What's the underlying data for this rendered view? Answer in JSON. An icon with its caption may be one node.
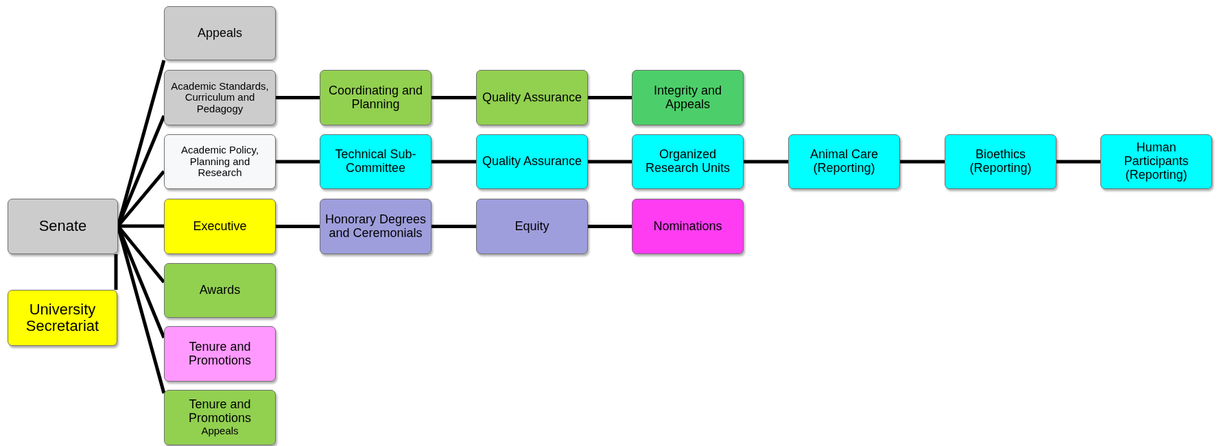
{
  "diagram": {
    "nodes": [
      {
        "text": [
          "Senate"
        ]
      },
      {
        "text": [
          "University Secretariat"
        ]
      },
      {
        "text": [
          "Appeals"
        ]
      },
      {
        "text": [
          "Academic Standards, Curriculum and Pedagogy"
        ]
      },
      {
        "text": [
          "Academic Policy, Planning and Research"
        ]
      },
      {
        "text": [
          "Executive"
        ]
      },
      {
        "text": [
          "Awards"
        ]
      },
      {
        "text": [
          "Tenure and Promotions"
        ]
      },
      {
        "text": [
          "Tenure and Promotions",
          "Appeals"
        ]
      },
      {
        "text": [
          "Coordinating and Planning"
        ]
      },
      {
        "text": [
          "Quality Assurance"
        ]
      },
      {
        "text": [
          "Integrity and Appeals"
        ]
      },
      {
        "text": [
          "Technical Sub-Committee"
        ]
      },
      {
        "text": [
          "Quality Assurance"
        ]
      },
      {
        "text": [
          "Organized Research Units"
        ]
      },
      {
        "text": [
          "Animal Care (Reporting)"
        ]
      },
      {
        "text": [
          "Bioethics (Reporting)"
        ]
      },
      {
        "text": [
          "Human Participants (Reporting)"
        ]
      },
      {
        "text": [
          "Honorary Degrees and Ceremonials"
        ]
      },
      {
        "text": [
          "Equity"
        ]
      },
      {
        "text": [
          "Nominations"
        ]
      }
    ],
    "edges": [
      {
        "from": 0,
        "to": 2,
        "arrow": "none"
      },
      {
        "from": 0,
        "to": 3,
        "arrow": "none"
      },
      {
        "from": 0,
        "to": 4,
        "arrow": "none"
      },
      {
        "from": 0,
        "to": 5,
        "arrow": "none"
      },
      {
        "from": 0,
        "to": 6,
        "arrow": "none"
      },
      {
        "from": 0,
        "to": 7,
        "arrow": "none"
      },
      {
        "from": 0,
        "to": 8,
        "arrow": "none"
      },
      {
        "from": 0,
        "to": 1,
        "arrow": "none"
      },
      {
        "from": 3,
        "to": 9,
        "arrow": "none"
      },
      {
        "from": 9,
        "to": 10,
        "arrow": "none"
      },
      {
        "from": 10,
        "to": 11,
        "arrow": "none"
      },
      {
        "from": 4,
        "to": 12,
        "arrow": "none"
      },
      {
        "from": 12,
        "to": 13,
        "arrow": "none"
      },
      {
        "from": 13,
        "to": 14,
        "arrow": "none"
      },
      {
        "from": 14,
        "to": 15,
        "arrow": "none"
      },
      {
        "from": 15,
        "to": 16,
        "arrow": "none"
      },
      {
        "from": 16,
        "to": 17,
        "arrow": "none"
      },
      {
        "from": 5,
        "to": 18,
        "arrow": "none"
      },
      {
        "from": 18,
        "to": 19,
        "arrow": "none"
      },
      {
        "from": 19,
        "to": 20,
        "arrow": "none"
      }
    ]
  }
}
